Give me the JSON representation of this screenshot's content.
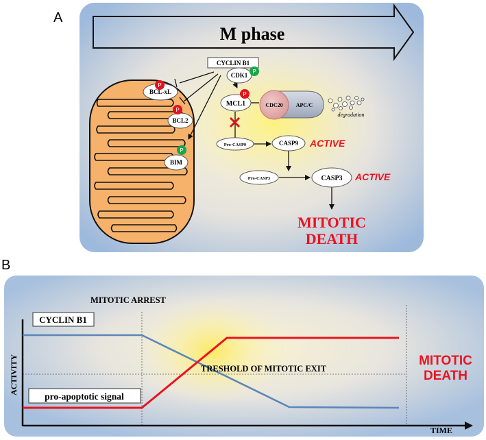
{
  "panel_a": {
    "letter": "A",
    "phase_label": "M phase",
    "nodes": {
      "cyclin_b1": "CYCLIN B1",
      "cdk1": "CDK1",
      "bcl_xl": "BCL-xL",
      "bcl2": "BCL2",
      "bim": "BIM",
      "mcl1": "MCL1",
      "cdc20": "CDC20",
      "apcc": "APC/C",
      "degradation": "degradation",
      "pro_casp9": "Pro-CASP9",
      "casp9": "CASP9",
      "pro_casp3": "Pro-CASP3",
      "casp3": "CASP3"
    },
    "phospho_label": "P",
    "active_label": "ACTIVE",
    "death_line1": "MITOTIC",
    "death_line2": "DEATH",
    "colors": {
      "phospho_red": "#e0141e",
      "phospho_green": "#1aa64a",
      "active_red": "#e8141e",
      "mitochondrion": "#f6b26b"
    }
  },
  "panel_b": {
    "letter": "B",
    "arrest_label": "MITOTIC ARREST",
    "cyclin_label": "CYCLIN B1",
    "proapoptotic_label": "pro-apoptotic signal",
    "threshold_label": "TRESHOLD OF MITOTIC EXIT",
    "ylabel": "ACTIVITY",
    "xlabel": "TIME",
    "death_line1": "MITOTIC",
    "death_line2": "DEATH",
    "colors": {
      "cyclin_line": "#5b86b8",
      "proapoptotic_line": "#e8141e"
    }
  }
}
